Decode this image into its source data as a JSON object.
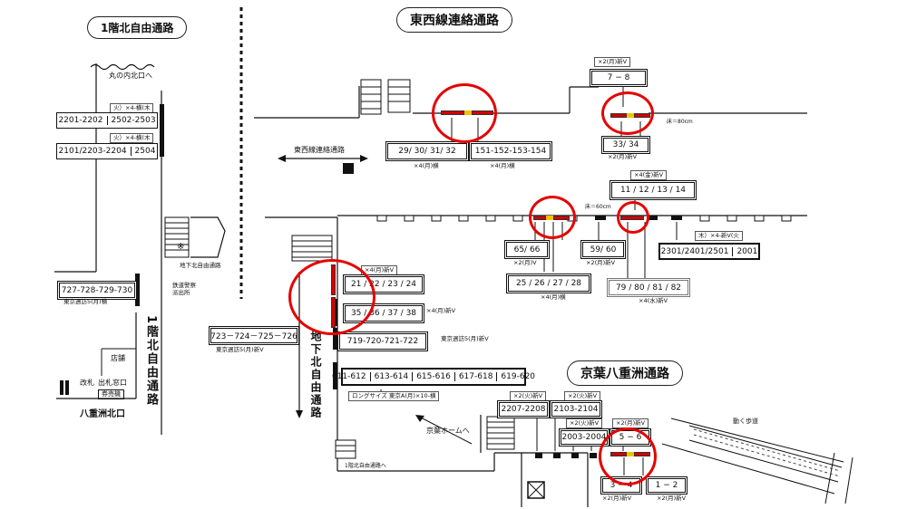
{
  "titles": {
    "north_free_passage": "1階北自由通路",
    "east_west_passage": "東西線連絡通路",
    "keiyo_yaesu_passage": "京葉八重洲通路"
  },
  "vertical_labels": {
    "north_free_passage_v": "1階北自由通路",
    "underground_north_v": "地下北自由通路"
  },
  "place_labels": {
    "marunouchi_north": "丸の内北口へ",
    "east_west_arrow": "東西線連絡通路",
    "underground_north_small": "地下北自由通路",
    "police_box": "鉄道警察派出所",
    "shop": "店舗",
    "ticket_gate": "改札",
    "ticket_window": "出札窓口",
    "ticket_machine": "券売機",
    "yaesu_north": "八重洲北口",
    "keiyo_home": "京葉ホームへ",
    "north_free_small": "1階北自由通路へ",
    "moving_walk": "動く歩道",
    "asterisk": "※",
    "width_1": "床＝80cm",
    "width_2": "床＝60cm"
  },
  "boards": {
    "b2201": {
      "cells": [
        "2201-2202",
        "2502-2503"
      ],
      "note": "火）×4-横(木"
    },
    "b2101": {
      "cells": [
        "2101/2203-2204",
        "2504"
      ],
      "note": "火）×4-横(木"
    },
    "b727": {
      "text": "727-728-729-730",
      "note": "東京週訪5(月)横"
    },
    "b723": {
      "text": "723－724－725－726",
      "note": "東京週訪5(月)新V"
    },
    "b29": {
      "text": "29/ 30/ 31/ 32",
      "note": "×4(月)横"
    },
    "b151": {
      "text": "151-152-153-154",
      "note": "×4(月)横"
    },
    "b7": {
      "text": "7 − 8",
      "note": "×2(月)新V"
    },
    "b33": {
      "text": "33/ 34",
      "note": "×2(月)新V"
    },
    "b11": {
      "text": "11 / 12 / 13 / 14",
      "note": "×4(金)新V"
    },
    "b65": {
      "text": "65/ 66",
      "note": "×2(月)V"
    },
    "b59": {
      "text": "59/ 60",
      "note": "×2(月)新V"
    },
    "b2301": {
      "cells": [
        "2301/2401/2501",
        "2001"
      ],
      "note": "木）×4-新V(火"
    },
    "b21": {
      "text": "21 / 22 / 23 / 24",
      "note": "×4(月)新V"
    },
    "b35": {
      "text": "35 / 36 / 37 / 38",
      "note": "×4(月)新V"
    },
    "b25": {
      "text": "25 / 26 / 27 / 28",
      "note": "×4(月)横"
    },
    "b79": {
      "text": "79 / 80 / 81 / 82",
      "note": "×4(水)新V"
    },
    "b719": {
      "text": "719-720-721-722",
      "note": "東京週訪5(月)新V"
    },
    "b611": {
      "cells": [
        "611-612",
        "613-614",
        "615-616",
        "617-618",
        "619-620"
      ],
      "note": "ロングサイズ 東京A(月)×10-横"
    },
    "b2207": {
      "text": "2207-2208",
      "note": "×2(火)新V"
    },
    "b2103": {
      "text": "2103-2104",
      "note": "×2(火)新V"
    },
    "b2003": {
      "text": "2003-2004",
      "note": "×2(火)新V"
    },
    "b5": {
      "text": "5 − 6",
      "note": "×2(月)新V"
    },
    "b3": {
      "text": "3 − 4",
      "note": "×2(月)新V"
    },
    "b1": {
      "text": "1 − 2",
      "note": "×2(月)新V"
    }
  },
  "colors": {
    "highlight_circle": "#e60000",
    "marker_red": "#d40000",
    "marker_yellow": "#f2c200"
  }
}
